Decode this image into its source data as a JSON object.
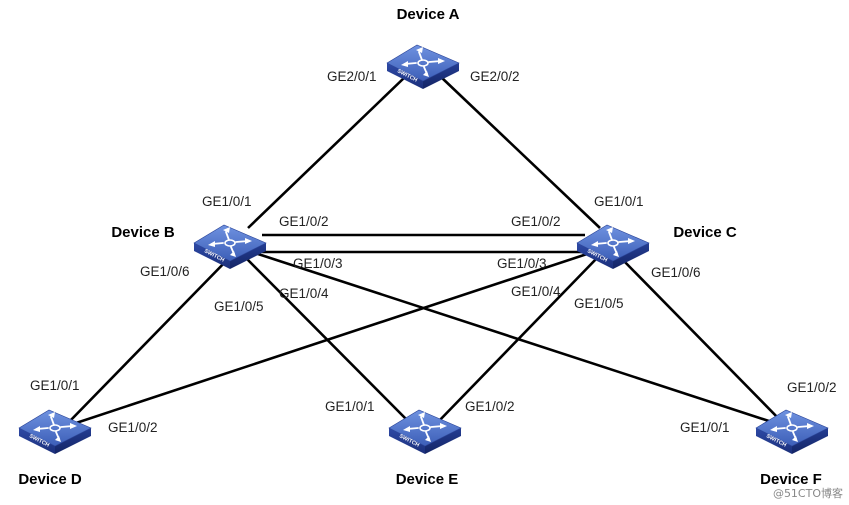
{
  "devices": {
    "a": {
      "name": "Device A",
      "icon": "switch-icon"
    },
    "b": {
      "name": "Device B",
      "icon": "switch-icon"
    },
    "c": {
      "name": "Device C",
      "icon": "switch-icon"
    },
    "d": {
      "name": "Device D",
      "icon": "switch-icon"
    },
    "e": {
      "name": "Device E",
      "icon": "switch-icon"
    },
    "f": {
      "name": "Device F",
      "icon": "switch-icon"
    }
  },
  "switch_badge": "SWITCH",
  "ports": {
    "a_ge2_0_1": "GE2/0/1",
    "a_ge2_0_2": "GE2/0/2",
    "b_ge1_0_1": "GE1/0/1",
    "b_ge1_0_2": "GE1/0/2",
    "b_ge1_0_3": "GE1/0/3",
    "b_ge1_0_4": "GE1/0/4",
    "b_ge1_0_5": "GE1/0/5",
    "b_ge1_0_6": "GE1/0/6",
    "c_ge1_0_1": "GE1/0/1",
    "c_ge1_0_2": "GE1/0/2",
    "c_ge1_0_3": "GE1/0/3",
    "c_ge1_0_4": "GE1/0/4",
    "c_ge1_0_5": "GE1/0/5",
    "c_ge1_0_6": "GE1/0/6",
    "d_ge1_0_1": "GE1/0/1",
    "d_ge1_0_2": "GE1/0/2",
    "e_ge1_0_1": "GE1/0/1",
    "e_ge1_0_2": "GE1/0/2",
    "f_ge1_0_1": "GE1/0/1",
    "f_ge1_0_2": "GE1/0/2"
  },
  "watermark": "@51CTO博客",
  "colors": {
    "switch_top": "#4a6fc7",
    "switch_side": "#22398f",
    "link": "#000000"
  }
}
